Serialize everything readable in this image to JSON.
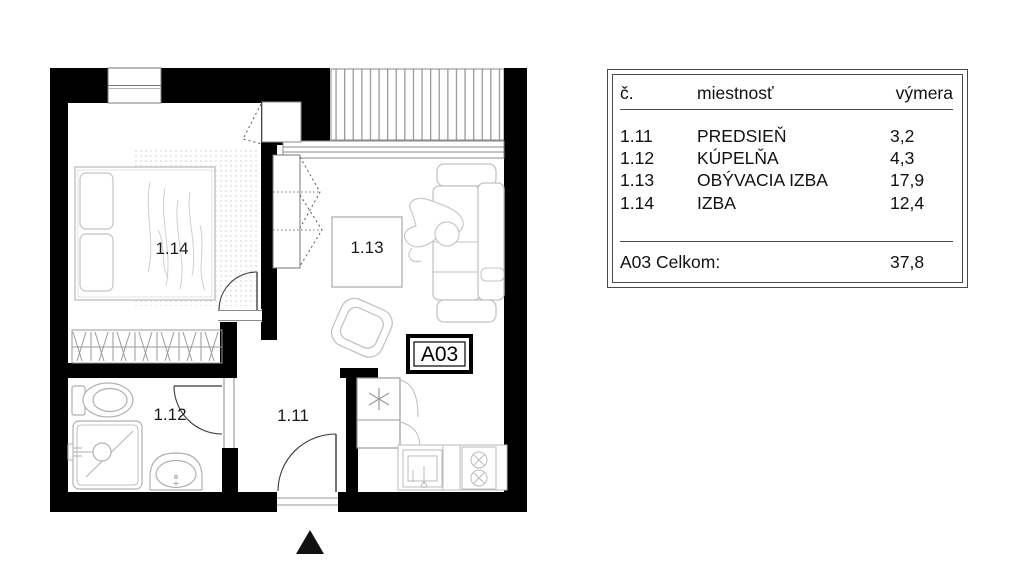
{
  "plan": {
    "unit_label": "A03",
    "room_labels": {
      "hall": "1.11",
      "bath": "1.12",
      "living": "1.13",
      "bedroom": "1.14"
    },
    "colors": {
      "wall": "#000000",
      "furniture_line": "#c3c3c3",
      "fixture_line": "#b0b0b0",
      "door_line": "#3a3a3a",
      "text": "#1a1a1a"
    }
  },
  "legend": {
    "headers": {
      "no": "č.",
      "room": "miestnosť",
      "area": "výmera"
    },
    "rows": [
      {
        "no": "1.11",
        "room": "PREDSIEŇ",
        "area": "3,2"
      },
      {
        "no": "1.12",
        "room": "KÚPELŇA",
        "area": "4,3"
      },
      {
        "no": "1.13",
        "room": "OBÝVACIA IZBA",
        "area": "17,9"
      },
      {
        "no": "1.14",
        "room": "IZBA",
        "area": "12,4"
      }
    ],
    "total": {
      "label": "A03 Celkom:",
      "value": "37,8"
    }
  }
}
